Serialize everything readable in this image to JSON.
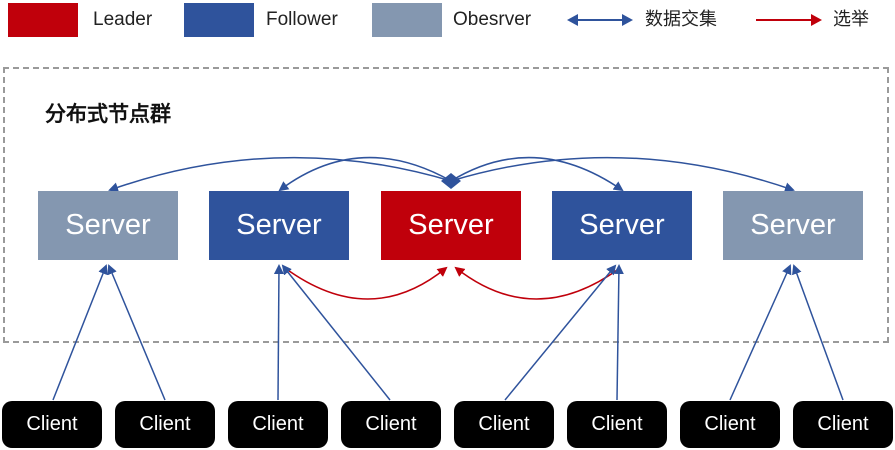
{
  "legend": {
    "leader": {
      "label": "Leader",
      "color": "#c0000b"
    },
    "follower": {
      "label": "Follower",
      "color": "#2f539c"
    },
    "observer": {
      "label": "Obesrver",
      "color": "#8497b0"
    },
    "data_exchange": {
      "label": "数据交集",
      "color": "#2f539c"
    },
    "election": {
      "label": "选举",
      "color": "#c0000b"
    }
  },
  "cluster": {
    "title": "分布式节点群"
  },
  "servers": [
    {
      "label": "Server",
      "role": "observer"
    },
    {
      "label": "Server",
      "role": "follower"
    },
    {
      "label": "Server",
      "role": "leader"
    },
    {
      "label": "Server",
      "role": "follower"
    },
    {
      "label": "Server",
      "role": "observer"
    }
  ],
  "clients": [
    {
      "label": "Client"
    },
    {
      "label": "Client"
    },
    {
      "label": "Client"
    },
    {
      "label": "Client"
    },
    {
      "label": "Client"
    },
    {
      "label": "Client"
    },
    {
      "label": "Client"
    },
    {
      "label": "Client"
    }
  ]
}
